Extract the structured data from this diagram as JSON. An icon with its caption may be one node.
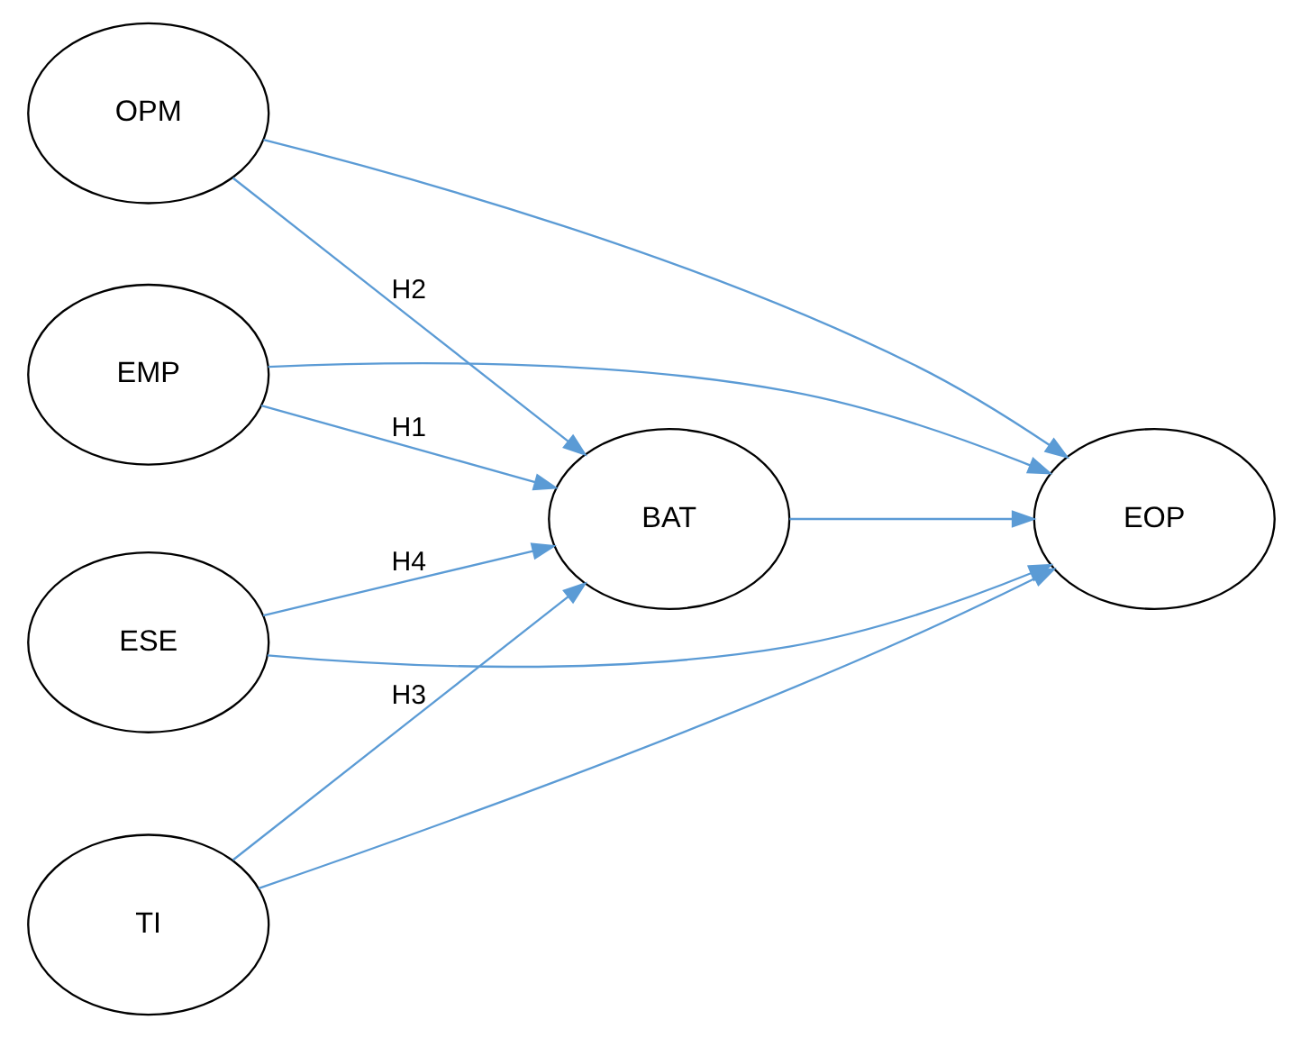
{
  "diagram": {
    "nodes": [
      {
        "text": [
          "EMP"
        ]
      },
      {
        "text": [
          "OPM"
        ]
      },
      {
        "text": [
          "TI"
        ]
      },
      {
        "text": [
          "ESE"
        ]
      },
      {
        "text": [
          "BAT"
        ]
      },
      {
        "text": [
          "EOP"
        ]
      }
    ],
    "edges": [
      {
        "from": 0,
        "to": 4,
        "arrow": "to",
        "label": "H1"
      },
      {
        "from": 1,
        "to": 4,
        "arrow": "to",
        "label": "H2"
      },
      {
        "from": 2,
        "to": 4,
        "arrow": "to",
        "label": "H3"
      },
      {
        "from": 3,
        "to": 4,
        "arrow": "to",
        "label": "H4"
      },
      {
        "from": 4,
        "to": 5,
        "arrow": "to"
      },
      {
        "from": 0,
        "to": 5,
        "arrow": "to"
      },
      {
        "from": 1,
        "to": 5,
        "arrow": "to"
      },
      {
        "from": 2,
        "to": 5,
        "arrow": "to"
      },
      {
        "from": 3,
        "to": 5,
        "arrow": "to"
      }
    ]
  }
}
